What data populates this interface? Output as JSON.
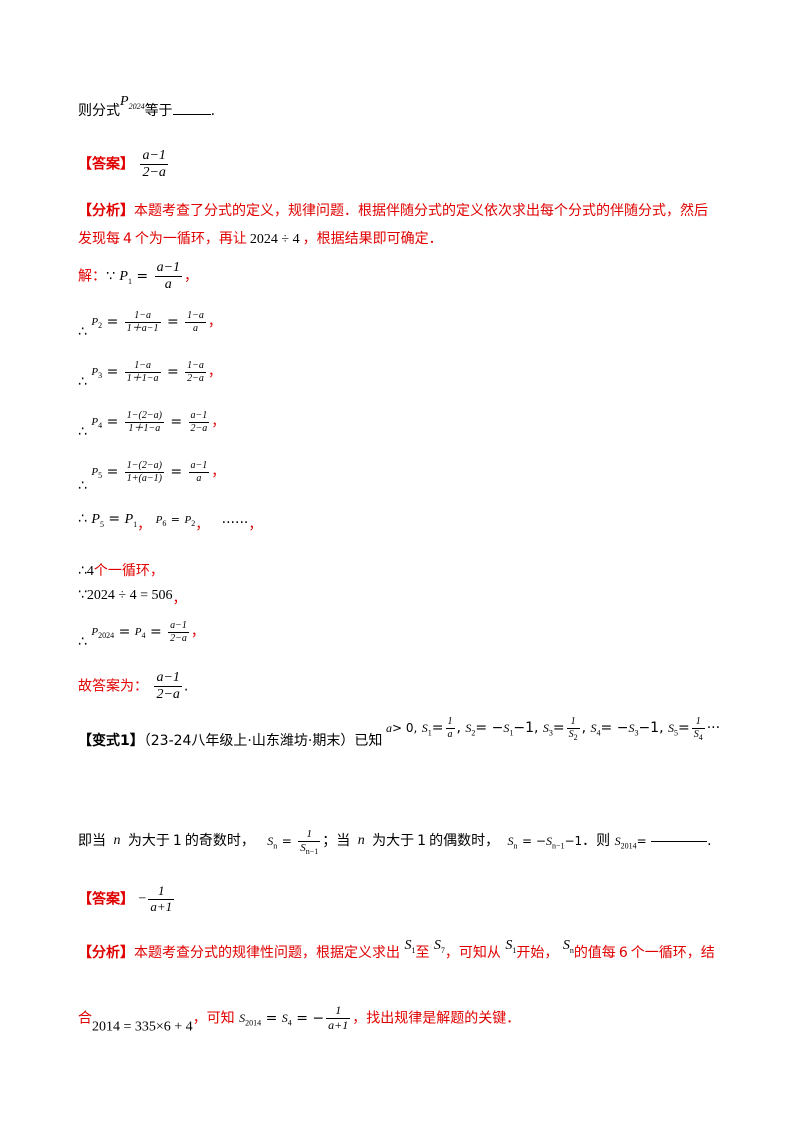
{
  "q1": {
    "pre": "则分式",
    "var": "P",
    "sub": "2024",
    "post": "等于",
    "end": "."
  },
  "ans1": {
    "label": "【答案】",
    "num": "a−1",
    "den": "2−a"
  },
  "analysis1": {
    "label": "【分析】",
    "line1": "本题考查了分式的定义，规律问题．根据伴随分式的定义依次求出每个分式的伴随分式，然后",
    "line2_a": "发现每",
    "line2_b": "4",
    "line2_c": "个为一循环，再让",
    "line2_expr": "2024 ÷ 4",
    "line2_d": "，根据结果即可确定．"
  },
  "solution": {
    "intro": "解：",
    "because": "∵",
    "therefore": "∴",
    "comma": "，",
    "eq": "=",
    "P": "P",
    "s1": "1",
    "s2": "2",
    "s3": "3",
    "s4": "4",
    "s5": "5",
    "s6": "6",
    "f_am1": "a−1",
    "f_a": "a",
    "f_1ma": "1−a",
    "f_den2": "1＋a−1",
    "f_den3": "1＋1−a",
    "f_2ma": "2−a",
    "f_num4": "1−(2−a)",
    "f_den4": "1＋1−a",
    "f_num5": "1−(2−a)",
    "f_den5": "1+(a−1)",
    "ellipsis": "......",
    "cycle_a": "4",
    "cycle_b": "个一循环，",
    "div": "2024 ÷ 4 = 506",
    "p2024sub": "2024"
  },
  "final1": {
    "pre": "故答案为：",
    "num": "a−1",
    "den": "2−a",
    "end": "."
  },
  "variant": {
    "label": "【变式1】",
    "source": "（23-24八年级上·山东潍坊·期末）已知",
    "cond_a": "a",
    "cond_gt": "> 0,",
    "S": "S",
    "one": "1",
    "minus1": "−1,",
    "dots": "···",
    "line2_a": "即当",
    "n": "n",
    "line2_b": "为大于",
    "line2_c": "1",
    "line2_d": "的奇数时，",
    "line2_e": "；当",
    "line2_f": "为大于",
    "line2_g": "1",
    "line2_h": "的偶数时，",
    "sub_n": "n",
    "sub_n1": "n−1",
    "line2_i": "．则",
    "sub2014": "2014",
    "line2_end": "."
  },
  "ans2": {
    "label": "【答案】",
    "neg": "−",
    "num": "1",
    "den": "a+1"
  },
  "analysis2": {
    "label": "【分析】",
    "t1": "本题考查分式的规律性问题，根据定义求出",
    "t2": "至",
    "t3": "，可知从",
    "t4": "开始，",
    "t5": "的值每",
    "t6": "6",
    "t7": "个一循环，结",
    "t8": "合",
    "expr": "2014 = 335×6 + 4",
    "t9": "，可知",
    "t10": "，找出规律是解题的关键．"
  }
}
